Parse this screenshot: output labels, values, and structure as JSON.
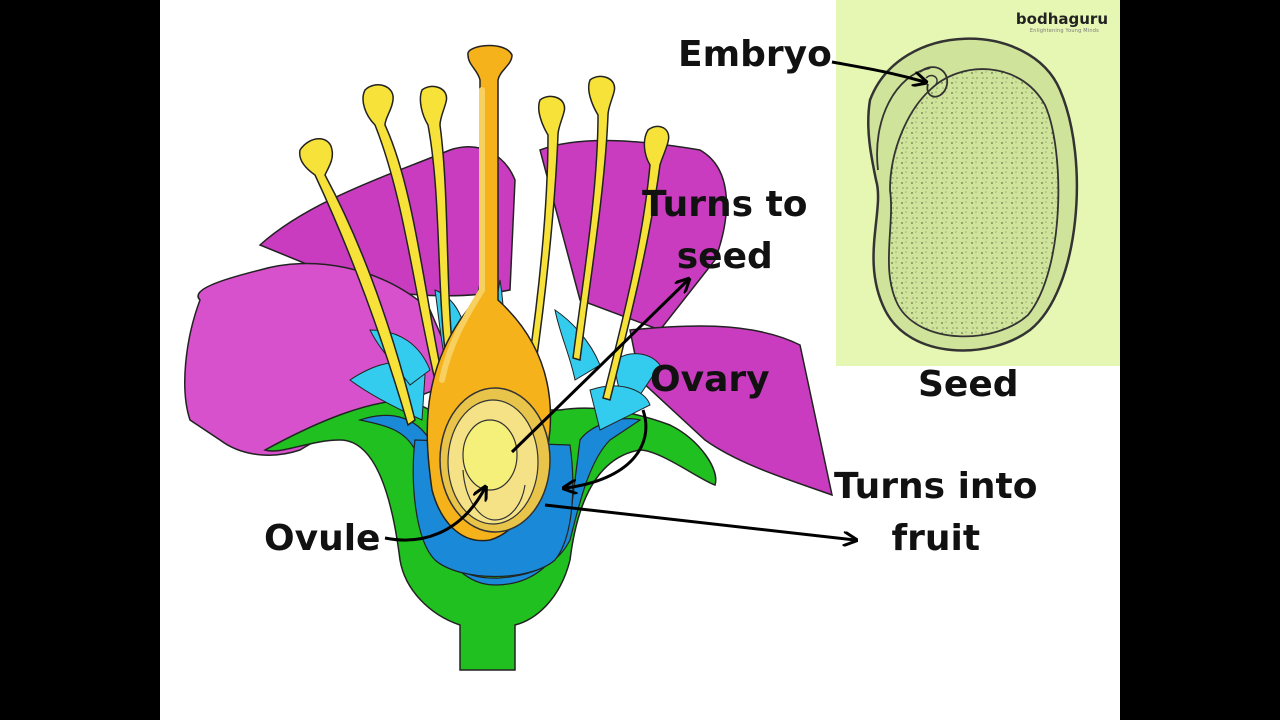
{
  "labels": {
    "embryo": "Embryo",
    "turns_to_seed_line1": "Turns to",
    "turns_to_seed_line2": "seed",
    "ovary": "Ovary",
    "seed": "Seed",
    "turns_into_fruit_line1": "Turns into",
    "turns_into_fruit_line2": "fruit",
    "ovule": "Ovule"
  },
  "logo": {
    "name": "bodhaguru",
    "tagline": "Enlightening Young Minds"
  },
  "colors": {
    "petal": "#c93cbf",
    "petal_light": "#e060d8",
    "receptacle": "#20c020",
    "sepal_blue": "#1a8ad8",
    "nectary_cyan": "#33ccee",
    "stamen": "#f7e23a",
    "pistil_orange": "#f6b21b",
    "ovule_yellow": "#f5f07a",
    "seed_panel": "#e6f7b4"
  }
}
